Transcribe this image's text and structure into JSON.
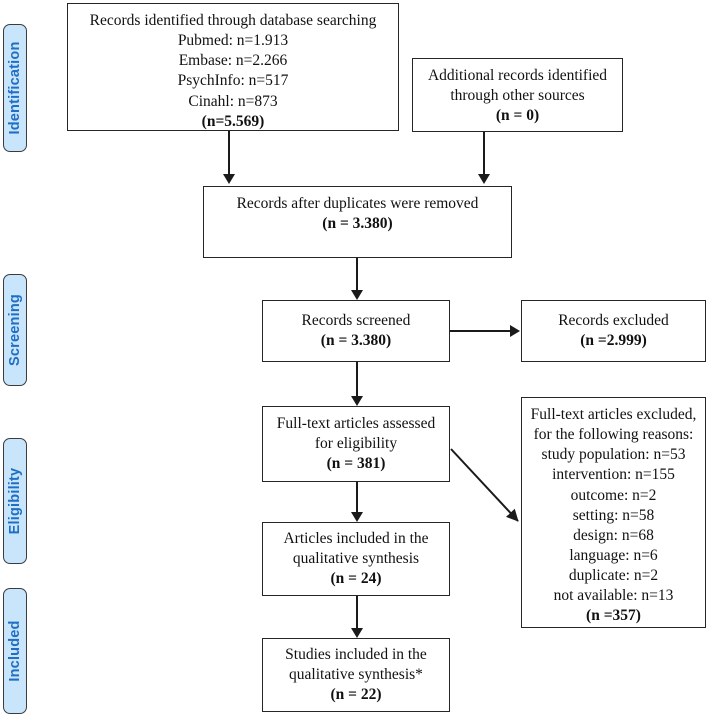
{
  "diagram": {
    "title": "PRISMA flow diagram",
    "type": "flowchart",
    "colors": {
      "tab_fill": "#c9e5fb",
      "tab_border": "#3c3c3c",
      "tab_text": "#1f6fc4",
      "box_border": "#262626",
      "connector": "#1a1a1a",
      "background": "#ffffff"
    }
  },
  "stages": [
    {
      "id": "identification",
      "label": "Identification"
    },
    {
      "id": "screening",
      "label": "Screening"
    },
    {
      "id": "eligibility",
      "label": "Eligibility"
    },
    {
      "id": "included",
      "label": "Included"
    }
  ],
  "nodes": {
    "database_search": {
      "name": "records-identified-database",
      "lines": [
        {
          "text": "Records identified through database searching",
          "bold": false
        },
        {
          "text": "Pubmed: n=1.913",
          "bold": false
        },
        {
          "text": "Embase: n=2.266",
          "bold": false
        },
        {
          "text": "PsychInfo: n=517",
          "bold": false
        },
        {
          "text": "Cinahl: n=873",
          "bold": false
        },
        {
          "text": "(n=5.569)",
          "bold": true
        }
      ]
    },
    "other_sources": {
      "name": "additional-records-other-sources",
      "lines": [
        {
          "text": "Additional records identified",
          "bold": false
        },
        {
          "text": "through other sources",
          "bold": false
        },
        {
          "text": "(n = 0)",
          "bold": true
        }
      ]
    },
    "duplicates_removed": {
      "name": "records-after-duplicates-removed",
      "lines": [
        {
          "text": "Records after duplicates were removed",
          "bold": false
        },
        {
          "text": "(n = 3.380)",
          "bold": true
        }
      ]
    },
    "records_screened": {
      "name": "records-screened",
      "lines": [
        {
          "text": "Records screened",
          "bold": false
        },
        {
          "text": "(n = 3.380)",
          "bold": true
        }
      ]
    },
    "records_excluded": {
      "name": "records-excluded",
      "lines": [
        {
          "text": "Records excluded",
          "bold": false
        },
        {
          "text": "(n =2.999)",
          "bold": true
        }
      ]
    },
    "fulltext_assessed": {
      "name": "fulltext-articles-assessed",
      "lines": [
        {
          "text": "Full-text articles assessed",
          "bold": false
        },
        {
          "text": "for eligibility",
          "bold": false
        },
        {
          "text": "(n = 381)",
          "bold": true
        }
      ]
    },
    "fulltext_excluded": {
      "name": "fulltext-articles-excluded",
      "lines": [
        {
          "text": "Full-text articles excluded,",
          "bold": false
        },
        {
          "text": "for the following reasons:",
          "bold": false
        },
        {
          "text": "study population: n=53",
          "bold": false
        },
        {
          "text": "intervention: n=155",
          "bold": false
        },
        {
          "text": "outcome: n=2",
          "bold": false
        },
        {
          "text": "setting: n=58",
          "bold": false
        },
        {
          "text": "design: n=68",
          "bold": false
        },
        {
          "text": "language: n=6",
          "bold": false
        },
        {
          "text": "duplicate: n=2",
          "bold": false
        },
        {
          "text": "not available: n=13",
          "bold": false
        },
        {
          "text": "(n =357)",
          "bold": true
        }
      ]
    },
    "articles_included": {
      "name": "articles-included-qualitative-synthesis",
      "lines": [
        {
          "text": "Articles included in the",
          "bold": false
        },
        {
          "text": "qualitative synthesis",
          "bold": false
        },
        {
          "text": "(n = 24)",
          "bold": true
        }
      ]
    },
    "studies_included": {
      "name": "studies-included-qualitative-synthesis",
      "lines": [
        {
          "text": "Studies included in the",
          "bold": false
        },
        {
          "text": "qualitative synthesis*",
          "bold": false
        },
        {
          "text": "(n = 22)",
          "bold": true
        }
      ]
    }
  }
}
